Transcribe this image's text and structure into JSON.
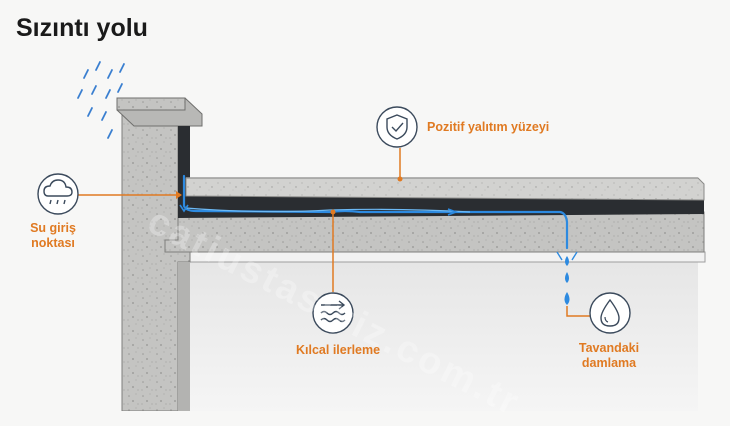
{
  "title": "Sızıntı yolu",
  "labels": {
    "water_entry_line1": "Su giriş",
    "water_entry_line2": "noktası",
    "positive_insulation": "Pozitif yalıtım yüzeyi",
    "capillary": "Kılcal ilerleme",
    "ceiling_drip_line1": "Tavandaki",
    "ceiling_drip_line2": "damlama"
  },
  "watermark": "catiustasiyiz.com.tr",
  "icons": [
    "rain-cloud-icon",
    "shield-check-icon",
    "waves-arrow-icon",
    "water-drop-icon"
  ],
  "colors": {
    "accent": "#e07a22",
    "water": "#2d8ae0",
    "concrete": "#bdbdbb",
    "membrane": "#2a2d31",
    "title": "#1a1a1a"
  }
}
